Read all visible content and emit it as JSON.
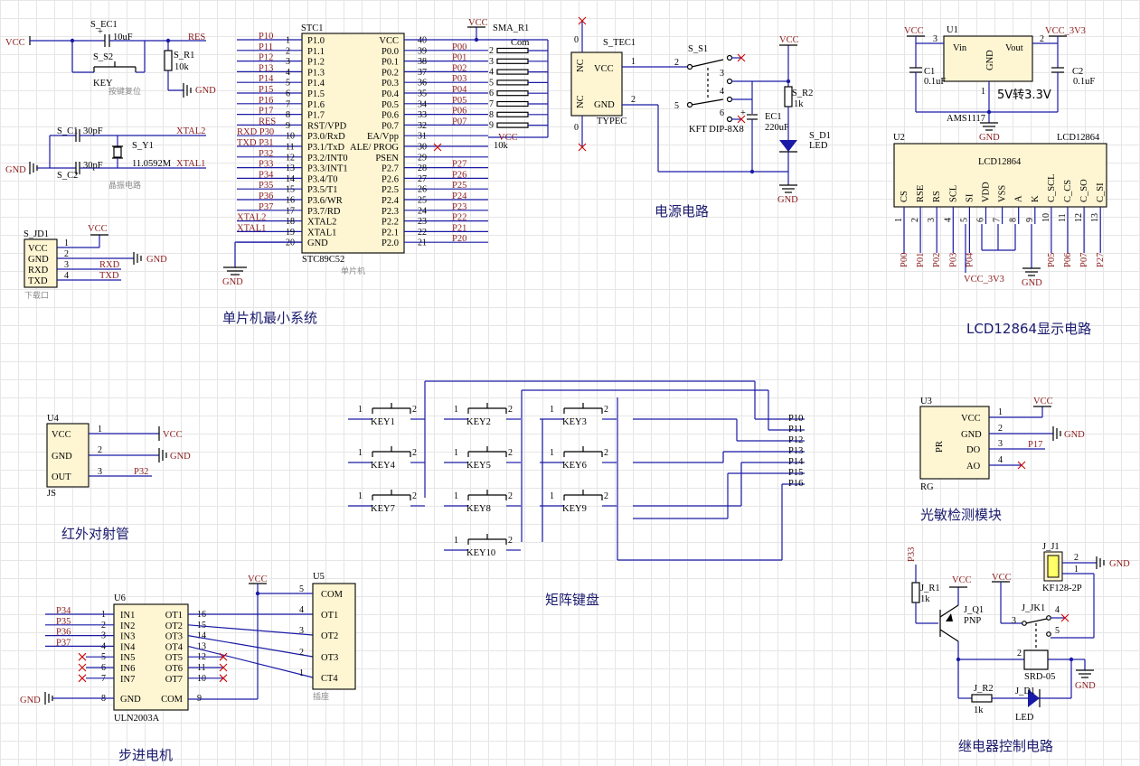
{
  "sections": {
    "mcu_min": "单片机最小系统",
    "power": "电源电路",
    "lcd": "LCD12864显示电路",
    "ir": "红外对射管",
    "keypad": "矩阵键盘",
    "light": "光敏检测模块",
    "motor": "步进电机",
    "relay": "继电器控制电路"
  },
  "reset": {
    "cap": "S_EC1",
    "cap_val": "10uF",
    "res": "S_R1",
    "res_val": "10k",
    "switch": "S_S2",
    "key": "KEY",
    "note": "按键复位",
    "vcc": "VCC",
    "res_net": "RES",
    "gnd": "GND"
  },
  "crystal": {
    "c1": "S_C1",
    "c2": "S_C2",
    "cap_val": "30pF",
    "y": "S_Y1",
    "freq": "11.0592M",
    "x1": "XTAL1",
    "x2": "XTAL2",
    "note": "晶振电路",
    "gnd": "GND"
  },
  "jd1": {
    "ref": "S_JD1",
    "pins": [
      "VCC",
      "GND",
      "RXD",
      "TXD"
    ],
    "nets": [
      "VCC",
      "GND",
      "RXD",
      "TXD"
    ],
    "note": "下载口"
  },
  "stc": {
    "ref": "STC1",
    "part": "STC89C52",
    "note": "单片机",
    "left_pins": [
      "P1.0",
      "P1.1",
      "P1.2",
      "P1.3",
      "P1.4",
      "P1.5",
      "P1.6",
      "P1.7",
      "RST/VPD",
      "P3.0/RxD",
      "P3.1/TxD",
      "P3.2/INT0",
      "P3.3/INT1",
      "P3.4/T0",
      "P3.5/T1",
      "P3.6/WR",
      "P3.7/RD",
      "XTAL2",
      "XTAL1",
      "GND"
    ],
    "left_nums": [
      "1",
      "2",
      "3",
      "4",
      "5",
      "6",
      "7",
      "8",
      "9",
      "10",
      "11",
      "12",
      "13",
      "14",
      "15",
      "16",
      "17",
      "18",
      "19",
      "20"
    ],
    "left_nets": [
      "P10",
      "P11",
      "P12",
      "P13",
      "P14",
      "P15",
      "P16",
      "P17",
      "RES",
      "RXD P30",
      "TXD P31",
      "P32",
      "P33",
      "P34",
      "P35",
      "P36",
      "P37",
      "XTAL2",
      "XTAL1",
      ""
    ],
    "right_pins": [
      "VCC",
      "P0.0",
      "P0.1",
      "P0.2",
      "P0.3",
      "P0.4",
      "P0.5",
      "P0.6",
      "P0.7",
      "EA/Vpp",
      "ALE/ PROG",
      "PSEN",
      "P2.7",
      "P2.6",
      "P2.5",
      "P2.4",
      "P2.3",
      "P2.2",
      "P2.1",
      "P2.0"
    ],
    "right_nums": [
      "40",
      "39",
      "38",
      "37",
      "36",
      "35",
      "34",
      "33",
      "32",
      "31",
      "30",
      "29",
      "28",
      "27",
      "26",
      "25",
      "24",
      "23",
      "22",
      "21"
    ],
    "right_nets": [
      "",
      "P00",
      "P01",
      "P02",
      "P03",
      "P04",
      "P05",
      "P06",
      "P07",
      "",
      "",
      "",
      "P27",
      "P26",
      "P25",
      "P24",
      "P23",
      "P22",
      "P21",
      "P20"
    ],
    "gnd": "GND",
    "vcc": "VCC"
  },
  "sma": {
    "ref": "SMA_R1",
    "com": "Com",
    "val": "10k",
    "vcc": "VCC"
  },
  "power": {
    "tec": "S_TEC1",
    "type": "TYPEC",
    "nc": "NC",
    "vcc": "VCC",
    "gnd": "GND",
    "sw": "S_S1",
    "sw_part": "KFT DIP-8X8",
    "r": "S_R2",
    "r_val": "1k",
    "ec": "EC1",
    "ec_val": "220uF",
    "d": "S_D1",
    "d_val": "LED",
    "pins": [
      "1",
      "2",
      "3",
      "4",
      "5",
      "6"
    ],
    "nums0": [
      "0",
      "0"
    ]
  },
  "reg": {
    "ref": "U1",
    "part": "AMS1117",
    "vin": "Vin",
    "vout": "Vout",
    "gnd": "GND",
    "vcc": "VCC",
    "vcc33": "VCC_3V3",
    "c1": "C1",
    "c2": "C2",
    "cval": "0.1uF",
    "note": "5V转3.3V",
    "pins": [
      "3",
      "2",
      "1"
    ]
  },
  "lcd": {
    "ref": "U2",
    "part": "LCD12864",
    "inner": "LCD12864",
    "pins": [
      "CS",
      "RSE",
      "RS",
      "SCL",
      "SI",
      "VDD",
      "VSS",
      "A",
      "K",
      "C_SCL",
      "C_CS",
      "C_SO",
      "C_SI"
    ],
    "nums": [
      "1",
      "2",
      "3",
      "4",
      "5",
      "6",
      "7",
      "8",
      "9",
      "10",
      "11",
      "12",
      "13"
    ],
    "nets": [
      "P00",
      "P01",
      "P02",
      "P03",
      "P04",
      "P05",
      "P06",
      "P07",
      "P27"
    ],
    "vcc33": "VCC_3V3",
    "gnd": "GND"
  },
  "ir": {
    "ref": "U4",
    "part": "JS",
    "pins": [
      "VCC",
      "GND",
      "OUT"
    ],
    "nums": [
      "1",
      "2",
      "3"
    ],
    "vcc": "VCC",
    "gnd": "GND",
    "net": "P32"
  },
  "keypad": {
    "keys": [
      "KEY1",
      "KEY2",
      "KEY3",
      "KEY4",
      "KEY5",
      "KEY6",
      "KEY7",
      "KEY8",
      "KEY9",
      "KEY10"
    ],
    "nets": [
      "P10",
      "P11",
      "P12",
      "P13",
      "P14",
      "P15",
      "P16"
    ],
    "pin1": "1",
    "pin2": "2"
  },
  "light": {
    "ref": "U3",
    "part": "RG",
    "inner": "PR",
    "pins": [
      "VCC",
      "GND",
      "DO",
      "AO"
    ],
    "nums": [
      "1",
      "2",
      "3",
      "4"
    ],
    "vcc": "VCC",
    "gnd": "GND",
    "net": "P17"
  },
  "uln": {
    "ref": "U6",
    "part": "ULN2003A",
    "in": [
      "IN1",
      "IN2",
      "IN3",
      "IN4",
      "IN5",
      "IN6",
      "IN7",
      "GND"
    ],
    "out": [
      "OT1",
      "OT2",
      "OT3",
      "OT4",
      "OT5",
      "OT6",
      "OT7",
      "COM"
    ],
    "in_nums": [
      "1",
      "2",
      "3",
      "4",
      "5",
      "6",
      "7",
      "8"
    ],
    "out_nums": [
      "16",
      "15",
      "14",
      "13",
      "12",
      "11",
      "10",
      "9"
    ],
    "nets": [
      "P34",
      "P35",
      "P36",
      "P37"
    ],
    "gnd": "GND"
  },
  "socket": {
    "ref": "U5",
    "note": "插座",
    "pins": [
      "COM",
      "OT1",
      "OT2",
      "OT3",
      "CT4"
    ],
    "nums": [
      "5",
      "4",
      "3",
      "2",
      "1"
    ],
    "vcc": "VCC"
  },
  "relay": {
    "net": "P33",
    "r1": "J_R1",
    "r1_val": "1k",
    "q": "J_Q1",
    "q_type": "PNP",
    "vcc": "VCC",
    "jk": "J_JK1",
    "jk_part": "SRD-05",
    "j": "J_J1",
    "j_part": "KF128-2P",
    "gnd": "GND",
    "r2": "J_R2",
    "r2_val": "1k",
    "d": "J_D1",
    "d_val": "LED",
    "pins": [
      "1",
      "2",
      "3",
      "4",
      "5"
    ]
  }
}
